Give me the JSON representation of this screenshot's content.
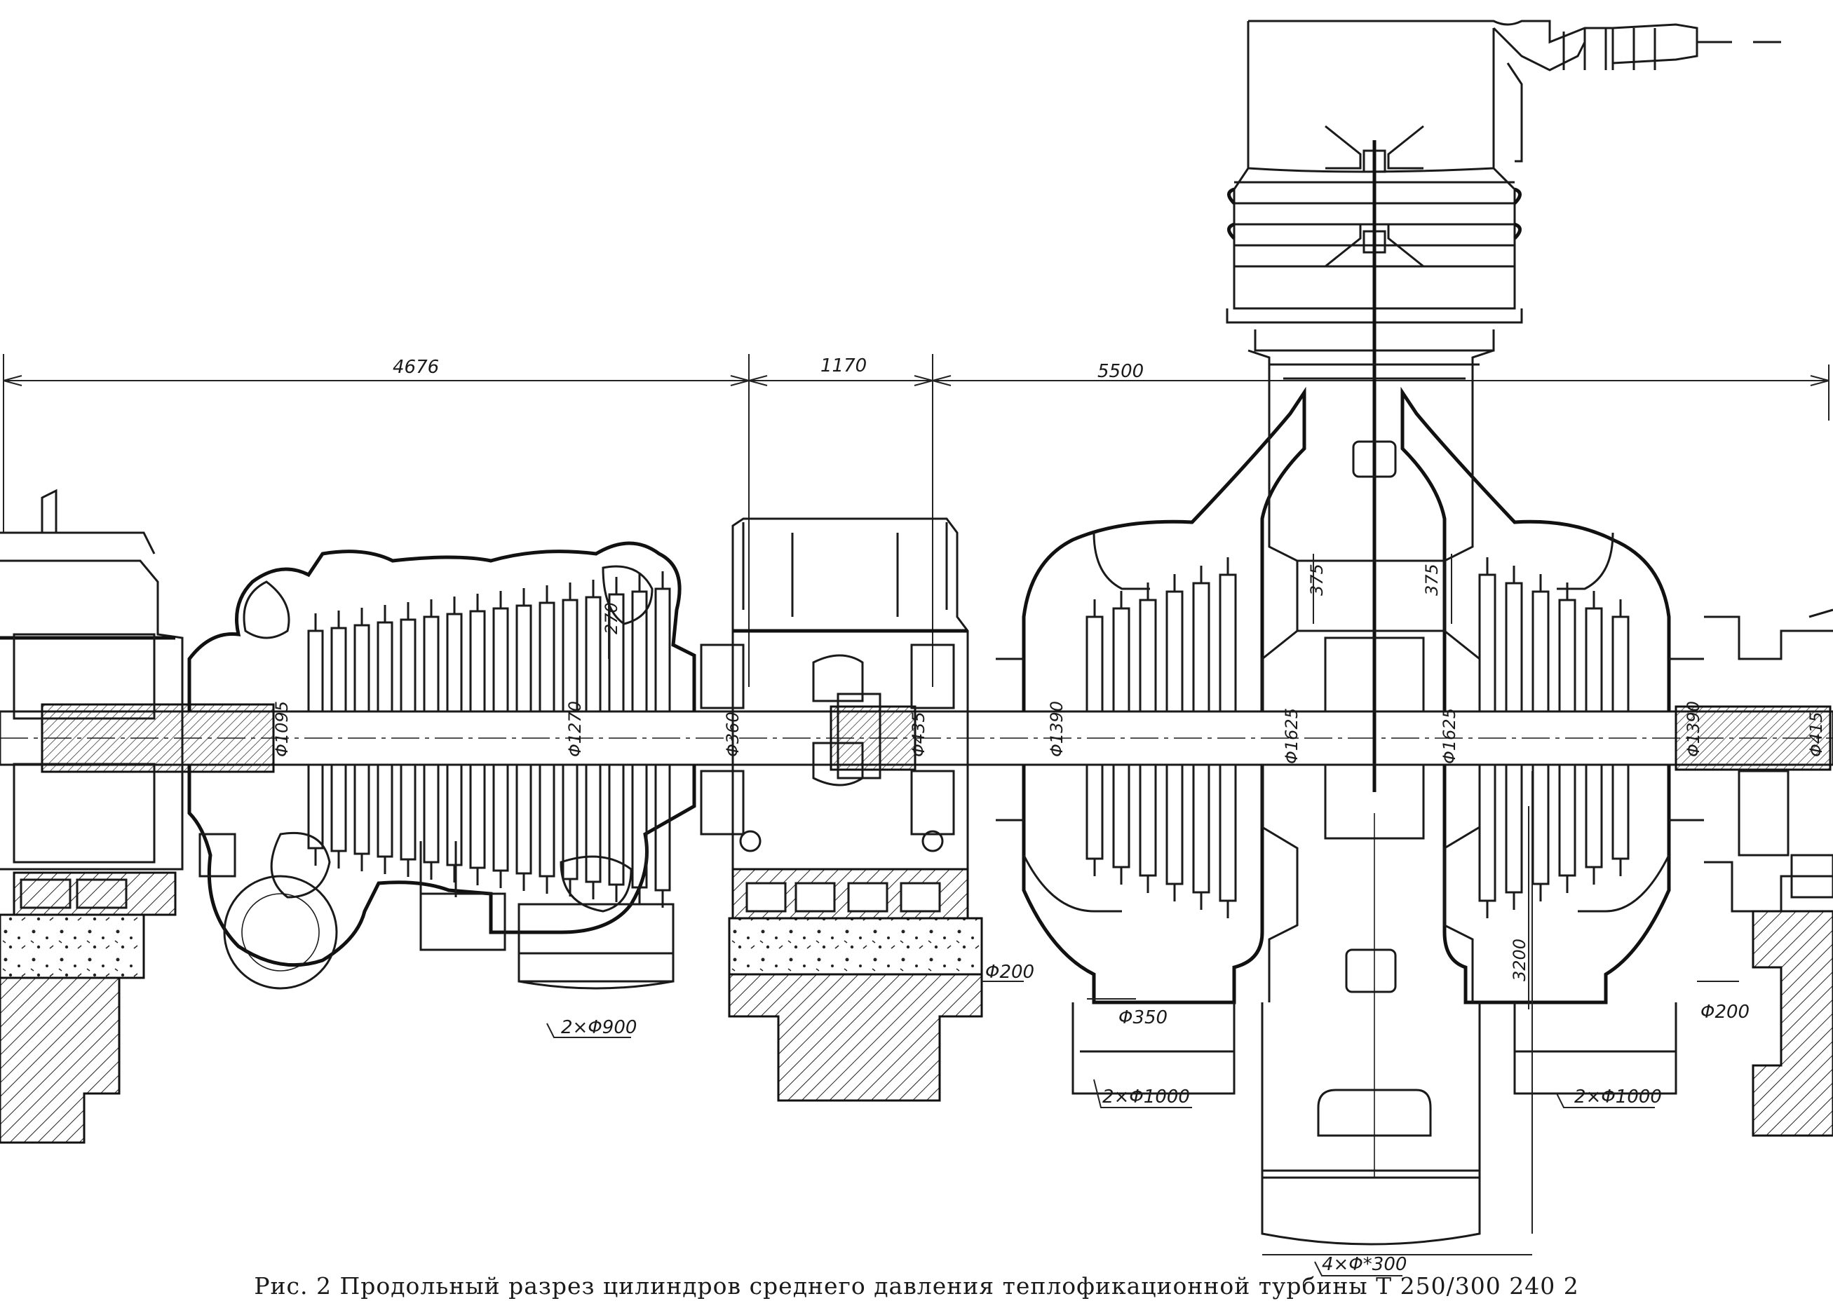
{
  "caption": "Рис. 2  Продольный разрез цилиндров среднего давления теплофикационной турбины Т 250/300 240 2",
  "dimensions": {
    "top": [
      "4676",
      "1170",
      "5500"
    ],
    "diameters": [
      "Φ1095",
      "Φ1270",
      "Φ360",
      "Φ435",
      "Φ1390",
      "Φ1625",
      "Φ1625",
      "Φ1390",
      "Φ415"
    ],
    "radial": [
      "270",
      "375",
      "375",
      "3200"
    ],
    "outlets": [
      "2×Φ900",
      "Φ200",
      "Φ350",
      "2×Φ1000",
      "4×Φ*300",
      "2×Φ1000",
      "Φ200"
    ]
  }
}
